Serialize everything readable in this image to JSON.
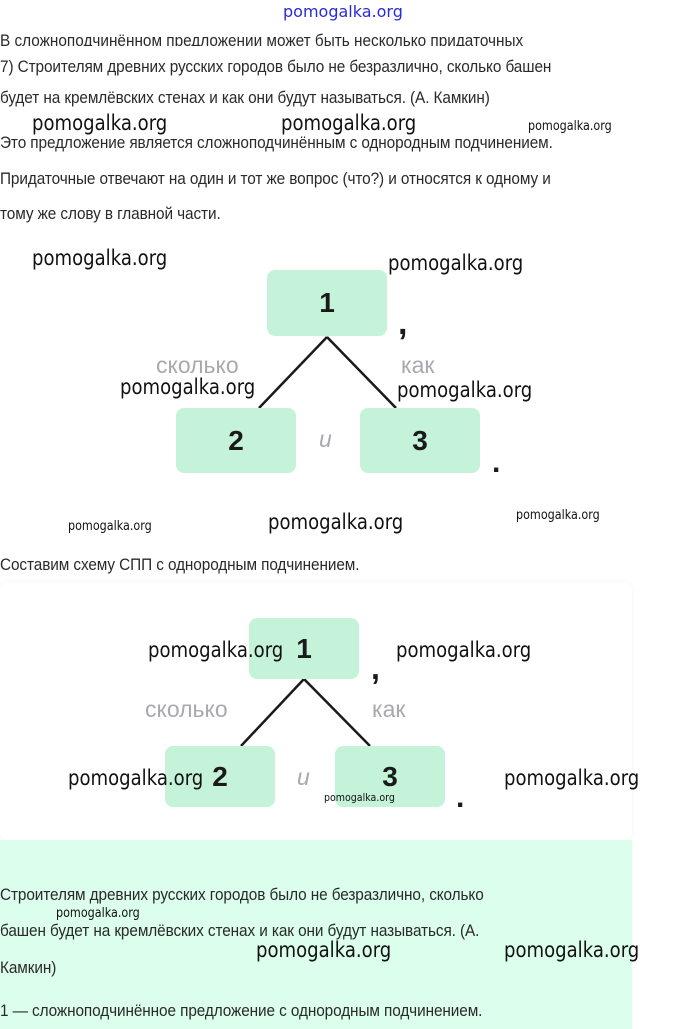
{
  "watermark": "pomogalka.org",
  "intro_cut_line": "В сложноподчинённом предложении может быть несколько придаточных",
  "task": {
    "line1": "7) Строителям древних русских городов было не безразлично, сколько башен",
    "line2": "будет на кремлёвских стенах и как они будут называться. (А. Камкин)"
  },
  "explanation": {
    "line1": "Это предложение является сложноподчинённым с однородным подчинением.",
    "line2": "Придаточные отвечают на один и тот же вопрос (что?) и относятся к одному и",
    "line3": "тому же слову в главной части."
  },
  "scheme1": {
    "main": "1",
    "sub_left": "2",
    "sub_right": "3",
    "conj_left": "сколько",
    "conj_right": "как",
    "between": "и",
    "comma": ",",
    "period": "."
  },
  "compose_heading": "Составим схему СПП с однородным подчинением.",
  "scheme2": {
    "main": "1",
    "sub_left": "2",
    "sub_right": "3",
    "conj_left": "сколько",
    "conj_right": "как",
    "between": "и",
    "comma": ",",
    "period": "."
  },
  "answer": {
    "line1": "Строителям древних русских городов было не безразлично, сколько",
    "line2": "башен будет на кремлёвских стенах и как они будут называться. (А.",
    "line3": "Камкин)",
    "line4": "1 — сложноподчинённое предложение с однородным подчинением."
  },
  "colors": {
    "box_fill": "#c4f3d9",
    "answer_panel": "#dcfeec",
    "conjunction_gray": "#a8a8ae",
    "watermark_top": "#2b2bd6"
  }
}
